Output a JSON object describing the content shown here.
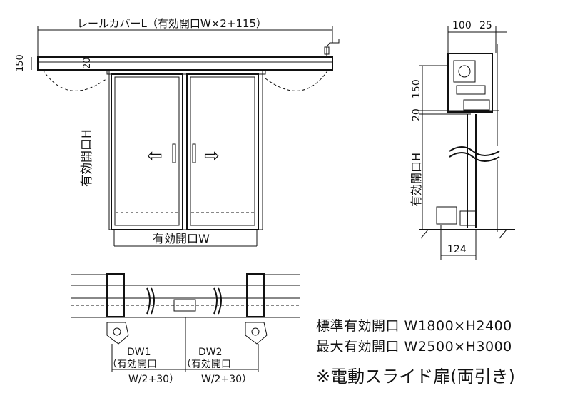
{
  "front_view": {
    "rail_cover_label": "レールカバーL（有効開口W×2+115）",
    "dim_150": "150",
    "dim_20": "20",
    "height_label": "有効開口H",
    "width_label": "有効開口W",
    "arrow_left": "⇦",
    "arrow_right": "⇨"
  },
  "side_view": {
    "dim_100": "100",
    "dim_25": "25",
    "dim_150": "150",
    "dim_20": "20",
    "height_label": "有効開口H",
    "dim_124": "124"
  },
  "plan_view": {
    "dw1_label": "DW1",
    "dw1_sub": "（有効開口",
    "dw1_formula": "W/2+30）",
    "dw2_label": "DW2",
    "dw2_sub": "（有効開口",
    "dw2_formula": "W/2+30）"
  },
  "specs": {
    "standard": "標準有効開口 W1800×H2400",
    "maximum": "最大有効開口 W2500×H3000",
    "title": "※電動スライド扉(両引き)"
  }
}
